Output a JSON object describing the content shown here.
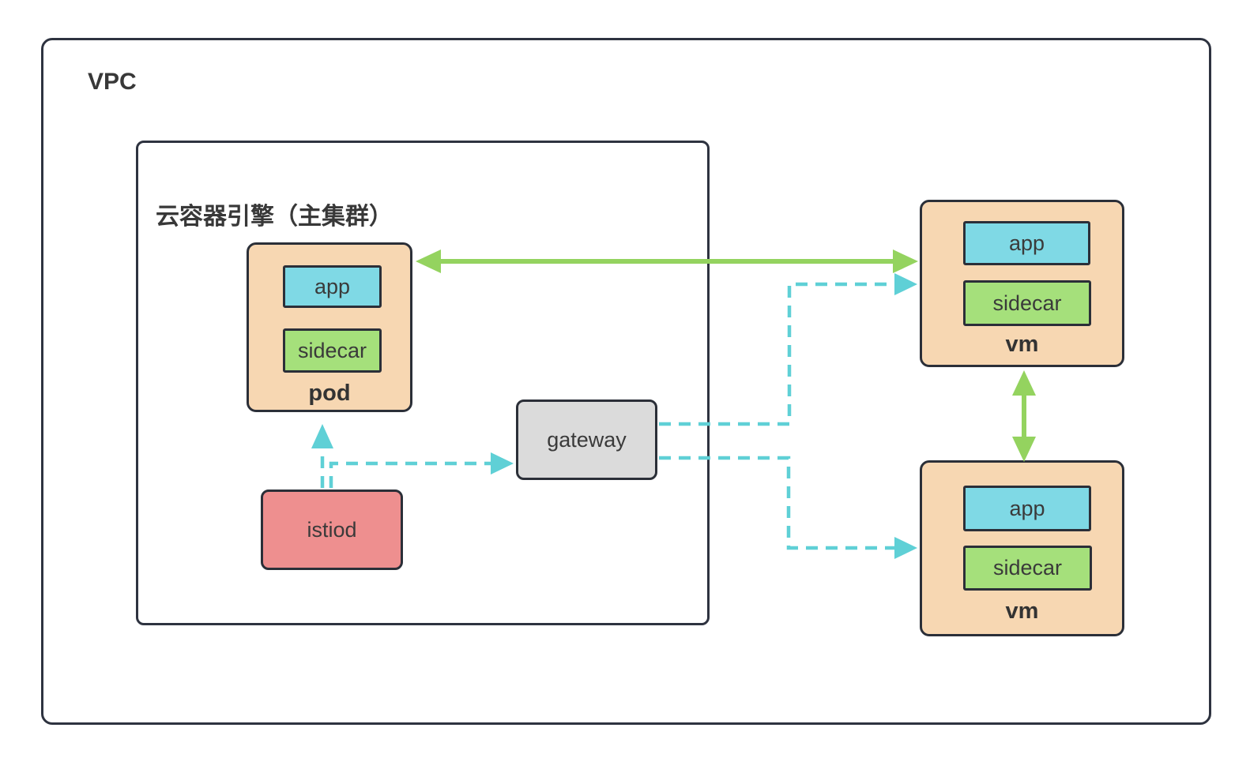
{
  "diagram": {
    "vpc": {
      "label": "VPC"
    },
    "cluster": {
      "label": "云容器引擎（主集群）"
    },
    "pod": {
      "app_label": "app",
      "sidecar_label": "sidecar",
      "title": "pod"
    },
    "gateway": {
      "label": "gateway"
    },
    "istiod": {
      "label": "istiod"
    },
    "vm_top": {
      "app_label": "app",
      "sidecar_label": "sidecar",
      "title": "vm"
    },
    "vm_bottom": {
      "app_label": "app",
      "sidecar_label": "sidecar",
      "title": "vm"
    }
  },
  "colors": {
    "group_fill": "#F7D7B2",
    "app_fill": "#7FD9E5",
    "sidecar_fill": "#A5E07B",
    "gateway_fill": "#DBDBDB",
    "istiod_fill": "#EE8F8F",
    "border": "#2B2F38",
    "arrow_green": "#94D35F",
    "arrow_cyan": "#5FD0D6"
  },
  "connections": [
    {
      "from": "pod",
      "to": "vm_top",
      "style": "solid",
      "color": "#94D35F",
      "direction": "bidirectional"
    },
    {
      "from": "vm_top",
      "to": "vm_bottom",
      "style": "solid",
      "color": "#94D35F",
      "direction": "bidirectional"
    },
    {
      "from": "istiod",
      "to": "pod",
      "style": "dashed",
      "color": "#5FD0D6",
      "direction": "forward"
    },
    {
      "from": "istiod",
      "to": "gateway",
      "style": "dashed",
      "color": "#5FD0D6",
      "direction": "forward"
    },
    {
      "from": "gateway",
      "to": "vm_top",
      "style": "dashed",
      "color": "#5FD0D6",
      "direction": "forward"
    },
    {
      "from": "gateway",
      "to": "vm_bottom",
      "style": "dashed",
      "color": "#5FD0D6",
      "direction": "forward"
    }
  ]
}
